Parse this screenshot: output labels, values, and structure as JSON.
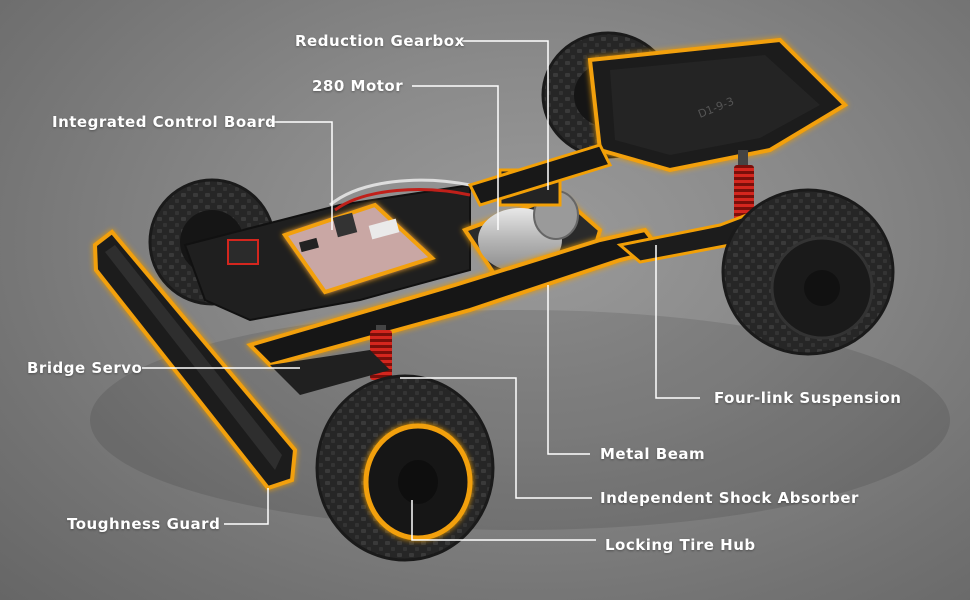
{
  "labels": {
    "reduction_gearbox": "Reduction Gearbox",
    "motor_280": "280 Motor",
    "integrated_control_board": "Integrated Control Board",
    "bridge_servo": "Bridge Servo",
    "toughness_guard": "Toughness Guard",
    "four_link_suspension": "Four-link Suspension",
    "metal_beam": "Metal Beam",
    "independent_shock_absorber": "Independent Shock Absorber",
    "locking_tire_hub": "Locking Tire Hub"
  },
  "chassis_mark": "D1-9-3",
  "colors": {
    "highlight": "#f2a007",
    "leader_line": "#ffffff",
    "shock_spring": "#d4261e",
    "chassis": "#1c1c1c",
    "tire": "#2a2a2a",
    "board": "#c9a7a4"
  }
}
